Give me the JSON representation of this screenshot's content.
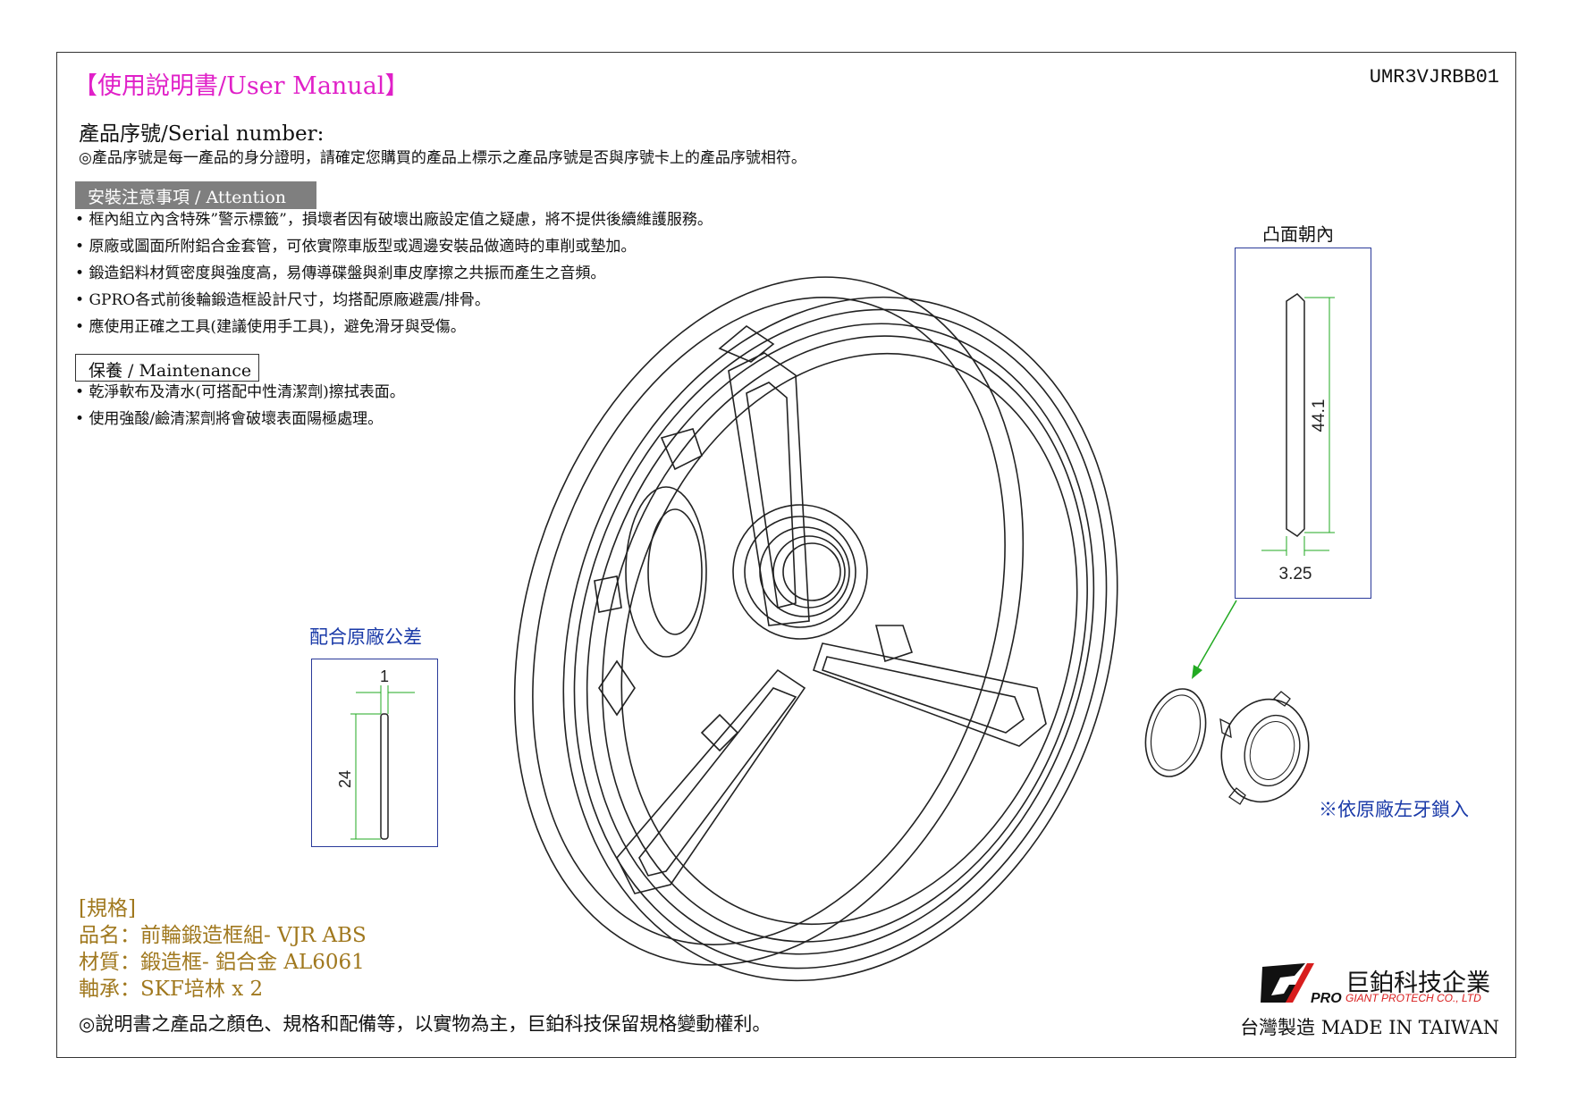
{
  "header": {
    "title": "【使用說明書/User Manual】",
    "code": "UMR3VJRBB01"
  },
  "serial": {
    "label": "產品序號/Serial number:",
    "note": "◎產品序號是每一產品的身分證明，請確定您購買的產品上標示之產品序號是否與序號卡上的產品序號相符。"
  },
  "attention": {
    "header": "安裝注意事項 / Attention",
    "items": [
      "框內組立內含特殊”警示標籤”，損壞者因有破壞出廠設定值之疑慮，將不提供後續維護服務。",
      "原廠或圖面所附鋁合金套管，可依實際車版型或週邊安裝品做適時的車削或墊加。",
      "鍛造鋁料材質密度與強度高，易傳導碟盤與剎車皮摩擦之共振而產生之音頻。",
      "GPRO各式前後輪鍛造框設計尺寸，均搭配原廠避震/排骨。",
      "應使用正確之工具(建議使用手工具)，避免滑牙與受傷。"
    ]
  },
  "maintenance": {
    "header": "保養 / Maintenance",
    "items": [
      "乾淨軟布及清水(可搭配中性清潔劑)擦拭表面。",
      "使用強酸/鹼清潔劑將會破壞表面陽極處理。"
    ]
  },
  "detail_left": {
    "label": "配合原廠公差",
    "dim_width": "1",
    "dim_height": "24"
  },
  "detail_right": {
    "label": "凸面朝內",
    "dim_height": "44.1",
    "dim_width": "3.25"
  },
  "left_thread_note": "※依原廠左牙鎖入",
  "spec": {
    "header": "[規格]",
    "name": "品名：前輪鍛造框組- VJR ABS",
    "material": "材質：鍛造框- 鋁合金 AL6061",
    "bearing": "軸承：SKF培林 x 2"
  },
  "footnote": "◎說明書之產品之顏色、規格和配備等，以實物為主，巨鉑科技保留規格變動權利。",
  "company": {
    "logo_text": "PRO",
    "name_cn": "巨鉑科技企業",
    "name_en": "GIANT PROTECH CO., LTD",
    "made_in": "台灣製造 MADE IN TAIWAN"
  },
  "colors": {
    "title": "#e020c8",
    "spec": "#a0781e",
    "detail_label": "#1a3aa8",
    "dimension": "#22aa22",
    "logo_red": "#d81e1e"
  }
}
